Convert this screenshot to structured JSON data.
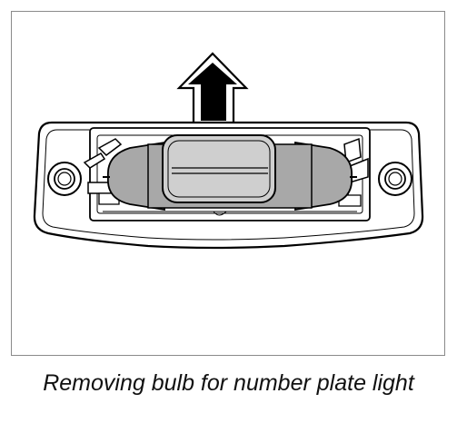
{
  "caption": "Removing bulb for number plate light",
  "diagram": {
    "type": "technical-illustration",
    "subject": "number plate light housing with festoon bulb",
    "arrow_direction": "up",
    "colors": {
      "line": "#000000",
      "bulb_glass": "#a8a8a8",
      "bulb_cap": "#cfcfcf",
      "background": "#ffffff"
    }
  }
}
